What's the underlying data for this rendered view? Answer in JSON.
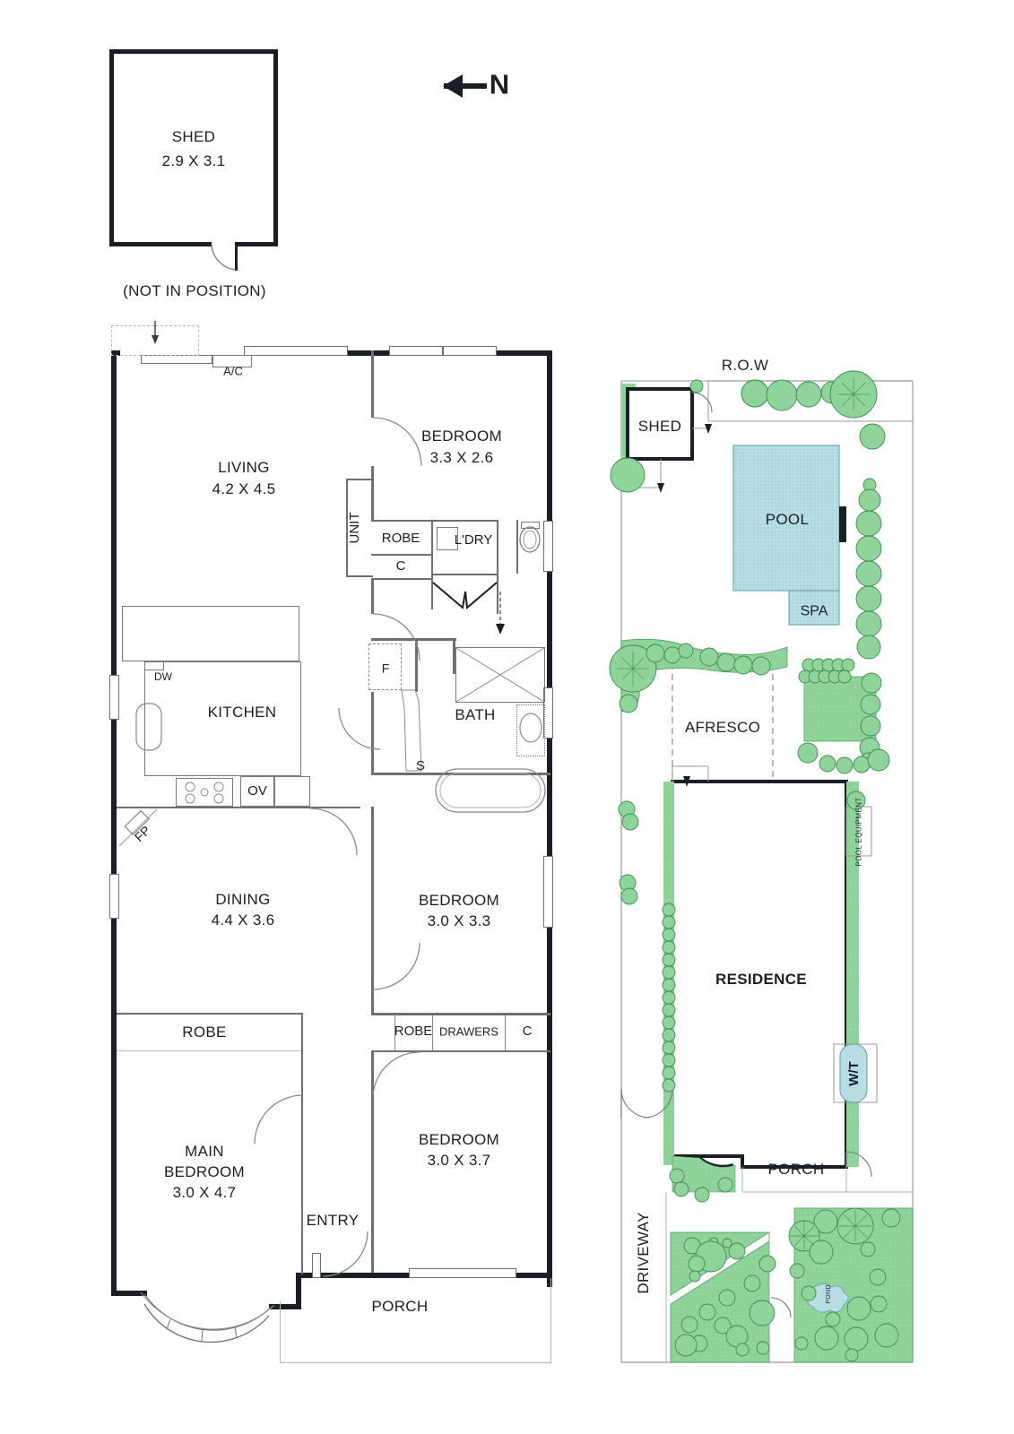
{
  "meta": {
    "north_label": "N",
    "north_direction": "left"
  },
  "detached_shed": {
    "name": "SHED",
    "dims": "2.9 X 3.1",
    "note": "(NOT IN POSITION)"
  },
  "floor_plan": {
    "rooms": [
      {
        "name": "LIVING",
        "dims": "4.2 X 4.5"
      },
      {
        "name": "BEDROOM",
        "dims": "3.3 X 2.6"
      },
      {
        "name": "KITCHEN",
        "dims": ""
      },
      {
        "name": "BATH",
        "dims": ""
      },
      {
        "name": "DINING",
        "dims": "4.4 X 3.6"
      },
      {
        "name": "BEDROOM",
        "dims": "3.0 X 3.3"
      },
      {
        "name": "MAIN BEDROOM",
        "name_line1": "MAIN",
        "name_line2": "BEDROOM",
        "dims": "3.0 X 4.7"
      },
      {
        "name": "BEDROOM",
        "dims": "3.0 X 3.7"
      },
      {
        "name": "ENTRY",
        "dims": ""
      },
      {
        "name": "PORCH",
        "dims": ""
      }
    ],
    "fixtures": {
      "ac": "A/C",
      "unit": "UNIT",
      "robe_upper": "ROBE",
      "cupboard_upper": "C",
      "laundry": "L'DRY",
      "dishwasher": "DW",
      "oven": "OV",
      "fireplace": "FP",
      "fridge": "F",
      "stairs": "S",
      "robe_main": "ROBE",
      "robe_bed4": "ROBE",
      "drawers": "DRAWERS",
      "cupboard_bed4": "C"
    }
  },
  "site_plan": {
    "labels": {
      "row": "R.O.W",
      "shed": "SHED",
      "pool": "POOL",
      "spa": "SPA",
      "afresco": "AFRESCO",
      "residence": "RESIDENCE",
      "porch": "PORCH",
      "driveway": "DRIVEWAY",
      "pool_equipment": "POOL EQUIPMENT",
      "water_tank": "W/T",
      "pond": "POND"
    }
  },
  "colors": {
    "wall": "#1a1f26",
    "thin_line": "#6f6f6f",
    "water": "#a8d4de",
    "water_stroke": "#6fa9b5",
    "grass": "#8fd49a",
    "grass_stroke": "#4e9e60",
    "tree_fill": "#8fd49a",
    "tree_stroke": "#3f8a52",
    "text": "#1a1f26",
    "background": "#ffffff"
  }
}
